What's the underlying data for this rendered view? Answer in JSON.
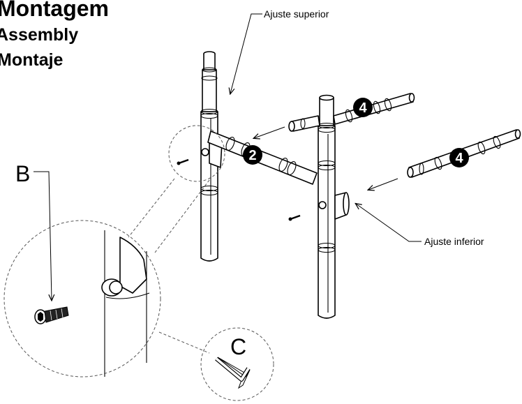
{
  "titles": {
    "pt": "Montagem",
    "en": "Assembly",
    "es": "Montaje"
  },
  "callouts": {
    "upper_fit": "Ajuste superior",
    "lower_fit": "Ajuste inferior"
  },
  "part_labels": {
    "bolt": "B",
    "hex_key": "C"
  },
  "step_markers": [
    "2",
    "4",
    "4"
  ],
  "colors": {
    "line": "#000000",
    "marker_fill": "#000000",
    "marker_text": "#ffffff",
    "leader_dash": "#555555"
  }
}
